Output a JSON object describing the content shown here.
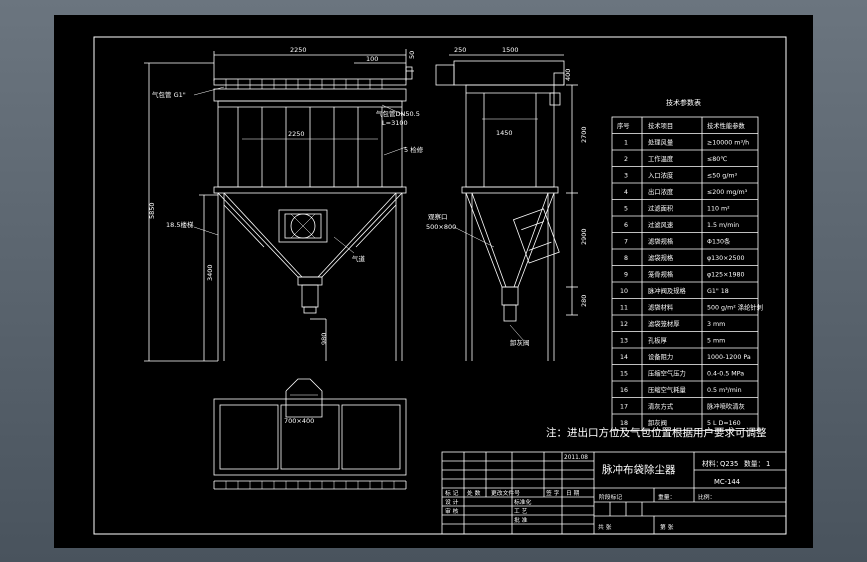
{
  "labels": {
    "dim_2250": "2250",
    "dim_100": "100",
    "dim_50": "50",
    "dim_250": "250",
    "dim_1500": "1500",
    "dim_400": "400",
    "pulse_pipe": "气包管 G1\"",
    "air_pipe": "气包管DN50.5",
    "air_len": "L=3100",
    "dim_2250_b": "2250",
    "dim_1450": "1450",
    "dim_2700": "2700",
    "hatch": "5 检修",
    "dim_5850": "5850",
    "leg_width": "18.5楼梯",
    "dim_3400": "3400",
    "outlet": "气道",
    "inspection": "观察口",
    "inspection_size": "500×800",
    "dim_2900": "2900",
    "dim_280": "280",
    "dim_980": "980",
    "discharge": "卸灰阀",
    "plan_size": "700×400"
  },
  "table": {
    "title": "技术参数表",
    "header": [
      "序号",
      "技术项目",
      "技术性能参数"
    ],
    "rows": [
      [
        "1",
        "处理风量",
        "≥10000 m³/h"
      ],
      [
        "2",
        "工作温度",
        "≤80℃"
      ],
      [
        "3",
        "入口浓度",
        "≤50 g/m³"
      ],
      [
        "4",
        "出口浓度",
        "≤200 mg/m³"
      ],
      [
        "5",
        "过滤面积",
        "110 m²"
      ],
      [
        "6",
        "过滤风速",
        "1.5 m/min"
      ],
      [
        "7",
        "滤袋规格",
        "Φ130条"
      ],
      [
        "8",
        "滤袋规格",
        "φ130×2500"
      ],
      [
        "9",
        "笼骨规格",
        "φ125×1980"
      ],
      [
        "10",
        "脉冲阀及规格",
        "G1\"  18"
      ],
      [
        "11",
        "滤袋材料",
        "500 g/m² 涤纶针刺"
      ],
      [
        "12",
        "滤袋笼材厚",
        "3 mm"
      ],
      [
        "13",
        "孔板厚",
        "5 mm"
      ],
      [
        "14",
        "设备阻力",
        "1000-1200 Pa"
      ],
      [
        "15",
        "压缩空气压力",
        "0.4-0.5 MPa"
      ],
      [
        "16",
        "压缩空气耗量",
        "0.5 m³/min"
      ],
      [
        "17",
        "清灰方式",
        "脉冲喷吹清灰"
      ],
      [
        "18",
        "卸灰阀",
        "5 L  D=160"
      ]
    ]
  },
  "note": "注：进出口方位及气包位置根据用户要求可调整",
  "title_block": {
    "name": "脉冲布袋除尘器",
    "material_label": "材料：",
    "material_value": "Q235",
    "qty_label": "数量：",
    "qty_value": "1",
    "drawing_no": "MC-144",
    "date_code": "2011.08",
    "row_labels": [
      "标 记",
      "处 数",
      "更改文件号",
      "签 字",
      "日 期"
    ],
    "sign_labels": [
      "设 计",
      "标准化",
      "审 核",
      "工 艺",
      "批 准"
    ],
    "stage_label": "阶段标记",
    "weight_label": "重量：",
    "scale_label": "比例：",
    "sheet_total": "共   张",
    "sheet_no": "第   张"
  }
}
